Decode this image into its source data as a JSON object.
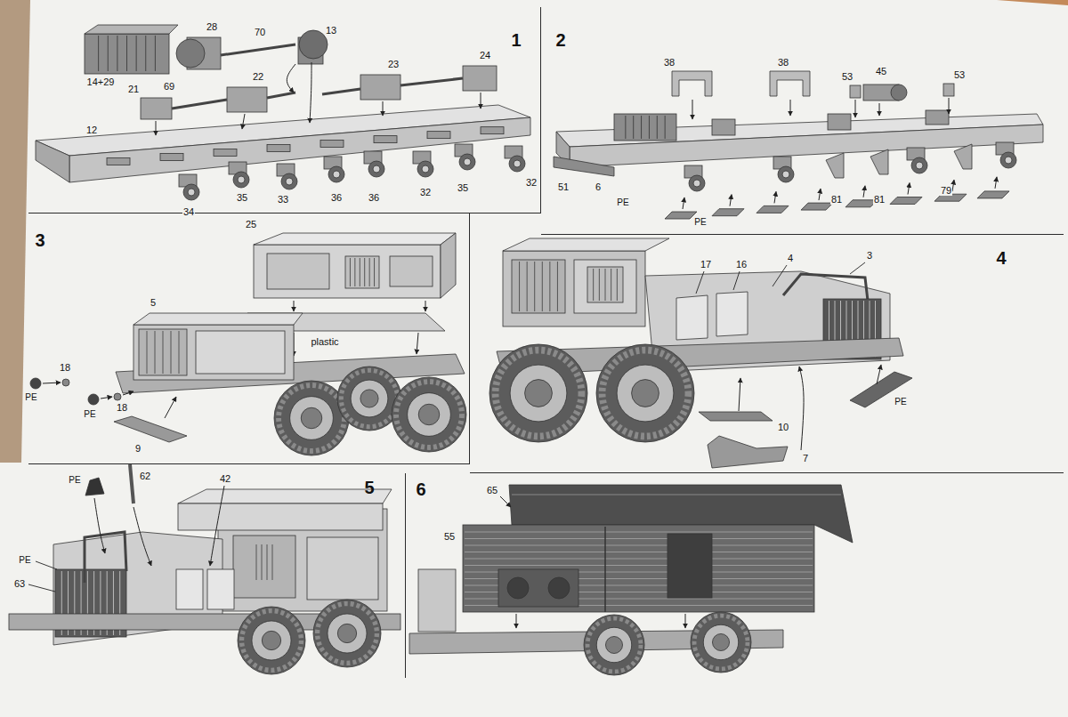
{
  "diagram": {
    "nodes": [
      {
        "text": [
          "1"
        ]
      },
      {
        "text": [
          "2"
        ]
      },
      {
        "text": [
          "3"
        ]
      },
      {
        "text": [
          "4"
        ]
      },
      {
        "text": [
          "5"
        ]
      },
      {
        "text": [
          "6"
        ]
      }
    ],
    "labels": [
      "14+29",
      "69",
      "28",
      "70",
      "13",
      "21",
      "22",
      "23",
      "24",
      "12",
      "34",
      "35",
      "33",
      "36",
      "36",
      "32",
      "35",
      "32",
      "38",
      "38",
      "53",
      "45",
      "53",
      "51",
      "6",
      "PE",
      "PE",
      "81",
      "81",
      "79",
      "25",
      "5",
      "plastic",
      "18",
      "PE",
      "18",
      "PE",
      "9",
      "17",
      "16",
      "4",
      "3",
      "PE",
      "10",
      "7",
      "PE",
      "62",
      "42",
      "PE",
      "63",
      "65",
      "55"
    ]
  }
}
